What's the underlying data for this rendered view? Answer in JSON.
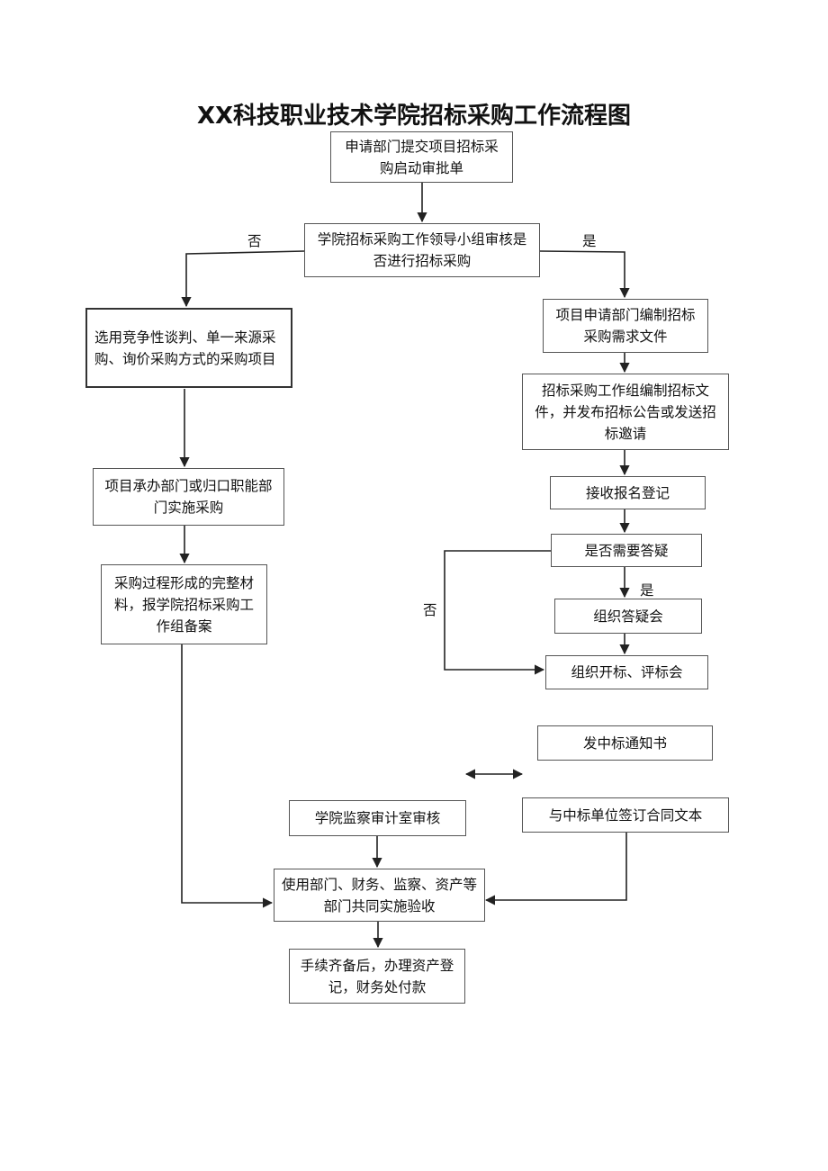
{
  "title": "XX科技职业技术学院招标采购工作流程图",
  "nodes": {
    "start": "申请部门提交项目招标采购启动审批单",
    "leader_review": "学院招标采购工作领导小组审核是否进行招标采购",
    "alt_methods": "选用竞争性谈判、单一来源采购、询价采购方式的采购项目",
    "dept_implement": "项目承办部门或归口职能部门实施采购",
    "record_filing": "采购过程形成的完整材料，报学院招标采购工作组备案",
    "prepare_reqs": "项目申请部门编制招标采购需求文件",
    "prepare_docs": "招标采购工作组编制招标文件，并发布招标公告或发送招标邀请",
    "registration": "接收报名登记",
    "need_qa": "是否需要答疑",
    "qa_meeting": "组织答疑会",
    "bid_opening": "组织开标、评标会",
    "award_notice": "发中标通知书",
    "sign_contract": "与中标单位签订合同文本",
    "audit": "学院监察审计室审核",
    "acceptance": "使用部门、财务、监察、资产等部门共同实施验收",
    "payment": "手续齐备后，办理资产登记，财务处付款"
  },
  "labels": {
    "no_top": "否",
    "yes_top": "是",
    "yes_qa": "是",
    "no_qa": "否"
  },
  "colors": {
    "line": "#222222",
    "border": "#555555"
  }
}
